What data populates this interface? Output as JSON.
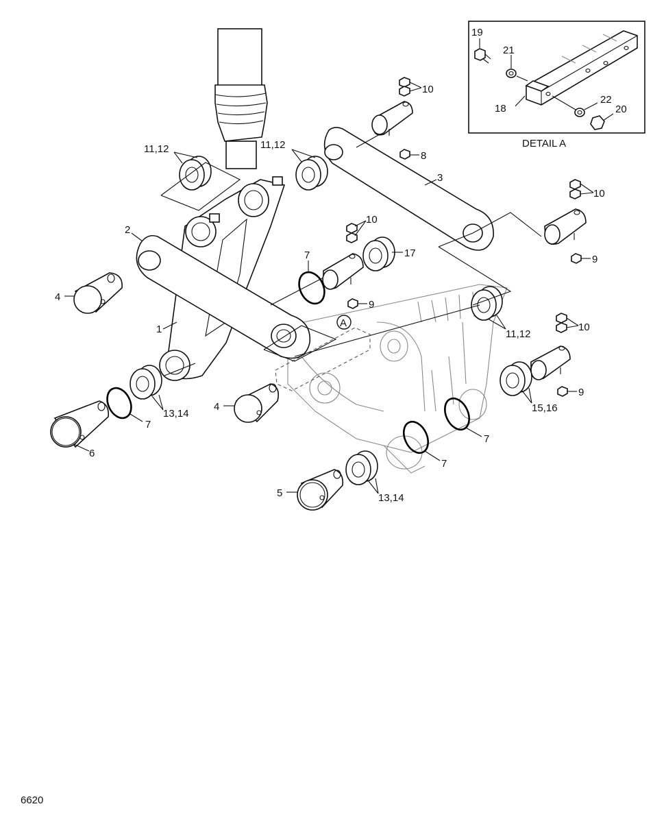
{
  "drawing_number": "6620",
  "detail": {
    "title": "DETAIL  A",
    "callout": "A"
  },
  "labels": {
    "p1": "1",
    "p2": "2",
    "p3": "3",
    "p4a": "4",
    "p4b": "4",
    "p5": "5",
    "p6": "6",
    "p7a": "7",
    "p7b": "7",
    "p7c": "7",
    "p7d": "7",
    "p8": "8",
    "p9a": "9",
    "p9b": "9",
    "p9c": "9",
    "p10a": "10",
    "p10b": "10",
    "p10c": "10",
    "p10d": "10",
    "p11a": "11,12",
    "p11b": "11,12",
    "p11c": "11,12",
    "p13a": "13,14",
    "p13b": "13,14",
    "p15": "15,16",
    "p17": "17",
    "p18": "18",
    "p19": "19",
    "p20": "20",
    "p21": "21",
    "p22": "22"
  }
}
